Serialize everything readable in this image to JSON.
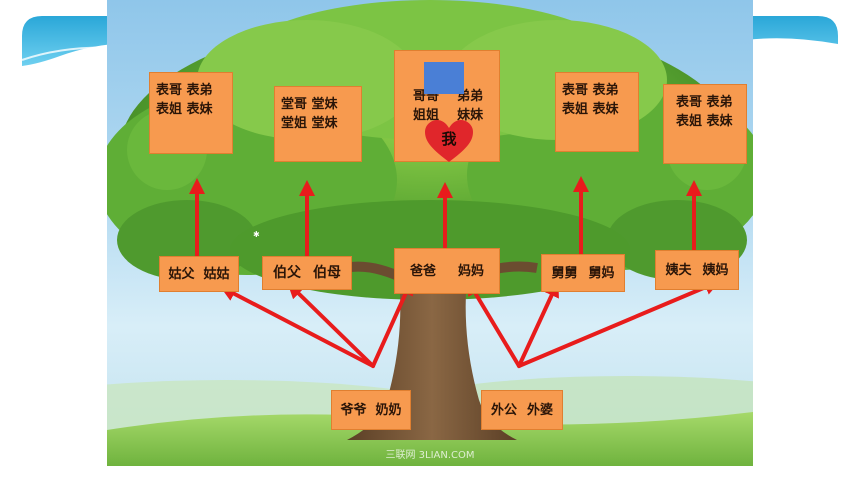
{
  "relatives": {
    "paternal_aunt_children": [
      "表哥 表弟",
      "表姐 表妹"
    ],
    "paternal_uncle_children": [
      "堂哥 堂妹",
      "堂姐 堂妹"
    ],
    "siblings_left": [
      "哥哥",
      "姐姐"
    ],
    "siblings_right": [
      "弟弟",
      "妹妹"
    ],
    "me": "我",
    "maternal_uncle_children": [
      "表哥 表弟",
      "表姐 表妹"
    ],
    "maternal_aunt_children": [
      "表哥 表弟",
      "表姐 表妹"
    ]
  },
  "parents_generation": {
    "paternal_aunt_couple": [
      "姑父",
      "姑姑"
    ],
    "paternal_uncle_couple": [
      "伯父",
      "伯母"
    ],
    "parents": [
      "爸爸",
      "妈妈"
    ],
    "maternal_uncle_couple": [
      "舅舅",
      "舅妈"
    ],
    "maternal_aunt_couple": [
      "姨夫",
      "姨妈"
    ]
  },
  "grandparents": {
    "paternal": [
      "爷爷",
      "奶奶"
    ],
    "maternal": [
      "外公",
      "外婆"
    ]
  },
  "watermark": "三联网 3LIAN.COM",
  "colors": {
    "box": "#f79a4f",
    "arrow": "#e81c1c",
    "heart": "#e0262b",
    "blue_square": "#4a7fd6",
    "leaf": "#5aa632",
    "trunk": "#7a5838"
  }
}
